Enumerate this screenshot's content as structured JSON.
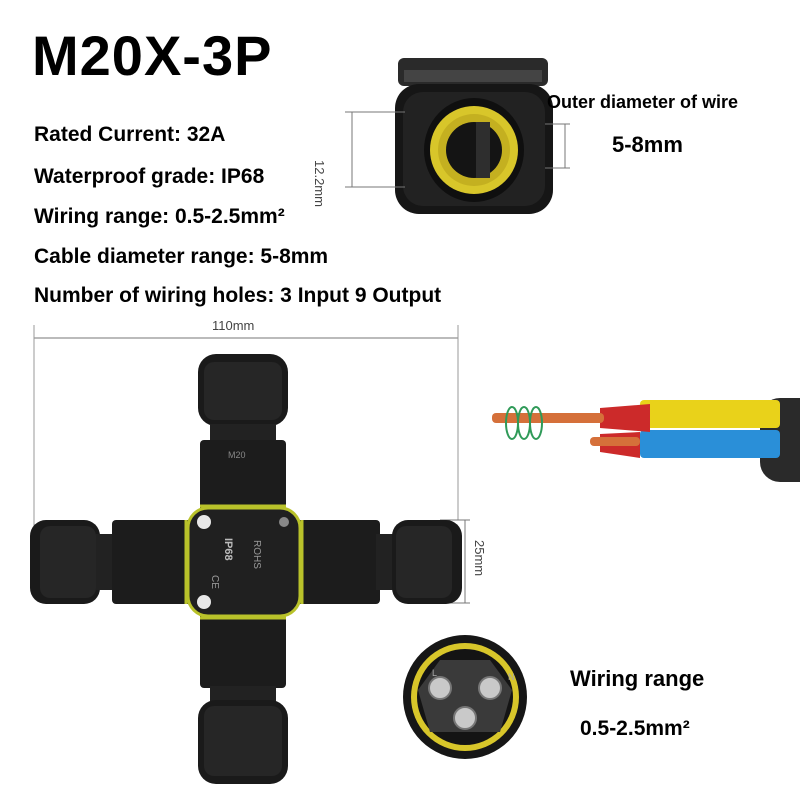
{
  "title": "M20X-3P",
  "specs": [
    "Rated Current: 32A",
    "Waterproof grade: IP68",
    "Wiring range: 0.5-2.5mm²",
    "Cable diameter range: 5-8mm",
    "Number of wiring holes: 3 Input 9 Output"
  ],
  "gland_view": {
    "dimension": "12.2mm",
    "label": "Outer diameter of wire",
    "value": "5-8mm"
  },
  "connector_view": {
    "width_dimension": "110mm",
    "height_dimension": "25mm",
    "markings": [
      "IP68",
      "ROHS",
      "CE",
      "M20"
    ]
  },
  "terminal_view": {
    "label": "Wiring range",
    "value": "0.5-2.5mm²",
    "markings": [
      "L",
      "N"
    ]
  },
  "colors": {
    "body": "#1a1a1a",
    "seal_ring": "#c9c92a",
    "wire_yellow": "#e9d21a",
    "wire_blue": "#2a8fd8",
    "copper": "#d5703a",
    "spring": "#2f9a58"
  }
}
